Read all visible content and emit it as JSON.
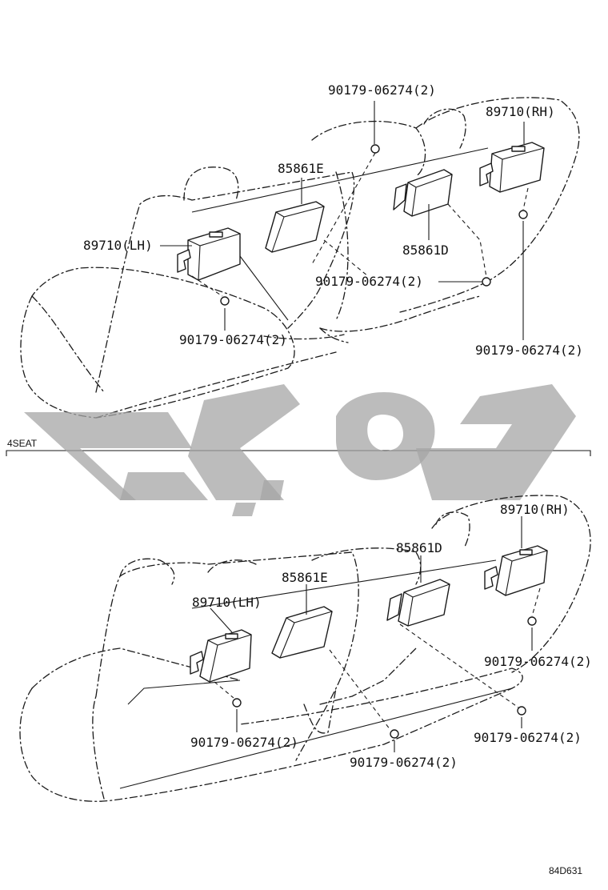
{
  "diagram": {
    "upper": {
      "labels": {
        "bolt_top": "90179-06274(2)",
        "ecu_rh": "89710(RH)",
        "bracket_e": "85861E",
        "ecu_lh": "89710(LH)",
        "bracket_d": "85861D",
        "bolt_mid": "90179-06274(2)",
        "bolt_lh": "90179-06274(2)",
        "bolt_rh": "90179-06274(2)"
      }
    },
    "section_label": "4SEAT",
    "lower": {
      "labels": {
        "ecu_rh": "89710(RH)",
        "bracket_d": "85861D",
        "bracket_e": "85861E",
        "ecu_lh": "89710(LH)",
        "bolt_rh_upper": "90179-06274(2)",
        "bolt_rh_lower": "90179-06274(2)",
        "bolt_lh": "90179-06274(2)",
        "bolt_center": "90179-06274(2)"
      }
    },
    "figure_code": "84D631"
  },
  "colors": {
    "line": "#1a1a1a",
    "watermark": "#a6a6a6",
    "background": "#ffffff"
  }
}
